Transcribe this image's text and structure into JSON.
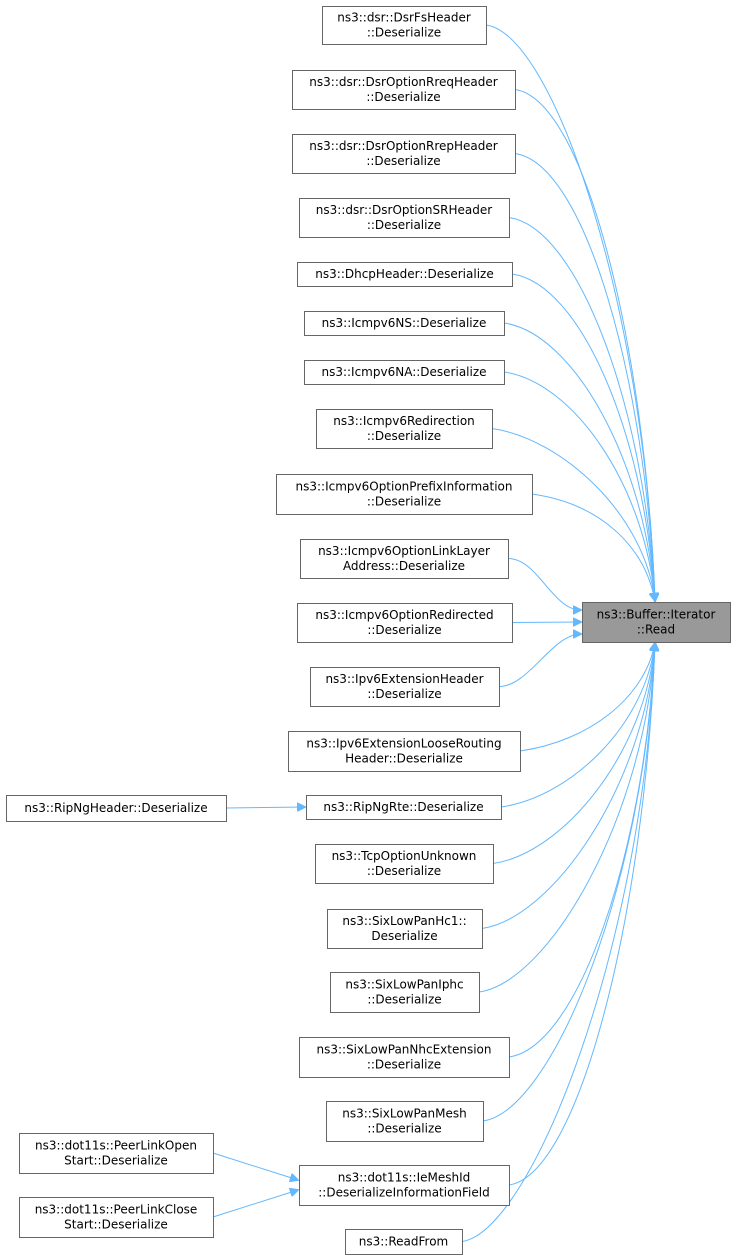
{
  "target": {
    "id": "read",
    "lines": [
      "ns3::Buffer::Iterator",
      "::Read"
    ]
  },
  "callers": [
    {
      "id": "dsrfs",
      "lines": [
        "ns3::dsr::DsrFsHeader",
        "::Deserialize"
      ]
    },
    {
      "id": "dsrrreq",
      "lines": [
        "ns3::dsr::DsrOptionRreqHeader",
        "::Deserialize"
      ]
    },
    {
      "id": "dsrrrep",
      "lines": [
        "ns3::dsr::DsrOptionRrepHeader",
        "::Deserialize"
      ]
    },
    {
      "id": "dsrsr",
      "lines": [
        "ns3::dsr::DsrOptionSRHeader",
        "::Deserialize"
      ]
    },
    {
      "id": "dhcp",
      "lines": [
        "ns3::DhcpHeader::Deserialize"
      ]
    },
    {
      "id": "icmpns",
      "lines": [
        "ns3::Icmpv6NS::Deserialize"
      ]
    },
    {
      "id": "icmpna",
      "lines": [
        "ns3::Icmpv6NA::Deserialize"
      ]
    },
    {
      "id": "icmpredir",
      "lines": [
        "ns3::Icmpv6Redirection",
        "::Deserialize"
      ]
    },
    {
      "id": "icmpprefix",
      "lines": [
        "ns3::Icmpv6OptionPrefixInformation",
        "::Deserialize"
      ]
    },
    {
      "id": "icmplinklayer",
      "lines": [
        "ns3::Icmpv6OptionLinkLayer",
        "Address::Deserialize"
      ]
    },
    {
      "id": "icmpoptredir",
      "lines": [
        "ns3::Icmpv6OptionRedirected",
        "::Deserialize"
      ]
    },
    {
      "id": "ipv6ext",
      "lines": [
        "ns3::Ipv6ExtensionHeader",
        "::Deserialize"
      ]
    },
    {
      "id": "ipv6loose",
      "lines": [
        "ns3::Ipv6ExtensionLooseRouting",
        "Header::Deserialize"
      ]
    },
    {
      "id": "ripngrte",
      "lines": [
        "ns3::RipNgRte::Deserialize"
      ]
    },
    {
      "id": "tcpunknown",
      "lines": [
        "ns3::TcpOptionUnknown",
        "::Deserialize"
      ]
    },
    {
      "id": "hc1",
      "lines": [
        "ns3::SixLowPanHc1::",
        "Deserialize"
      ]
    },
    {
      "id": "iphc",
      "lines": [
        "ns3::SixLowPanIphc",
        "::Deserialize"
      ]
    },
    {
      "id": "nhcext",
      "lines": [
        "ns3::SixLowPanNhcExtension",
        "::Deserialize"
      ]
    },
    {
      "id": "mesh",
      "lines": [
        "ns3::SixLowPanMesh",
        "::Deserialize"
      ]
    },
    {
      "id": "iemeshid",
      "lines": [
        "ns3::dot11s::IeMeshId",
        "::DeserializeInformationField"
      ]
    },
    {
      "id": "readfrom",
      "lines": [
        "ns3::ReadFrom"
      ]
    }
  ],
  "second_level": [
    {
      "id": "ripngheader",
      "lines": [
        "ns3::RipNgHeader::Deserialize"
      ],
      "calls": "ripngrte"
    },
    {
      "id": "peeropen",
      "lines": [
        "ns3::dot11s::PeerLinkOpen",
        "Start::Deserialize"
      ],
      "calls": "iemeshid"
    },
    {
      "id": "peerclose",
      "lines": [
        "ns3::dot11s::PeerLinkClose",
        "Start::Deserialize"
      ],
      "calls": "iemeshid"
    }
  ],
  "colors": {
    "edge": "#63b8ff",
    "box_border": "#666666",
    "target_fill": "#999999"
  }
}
